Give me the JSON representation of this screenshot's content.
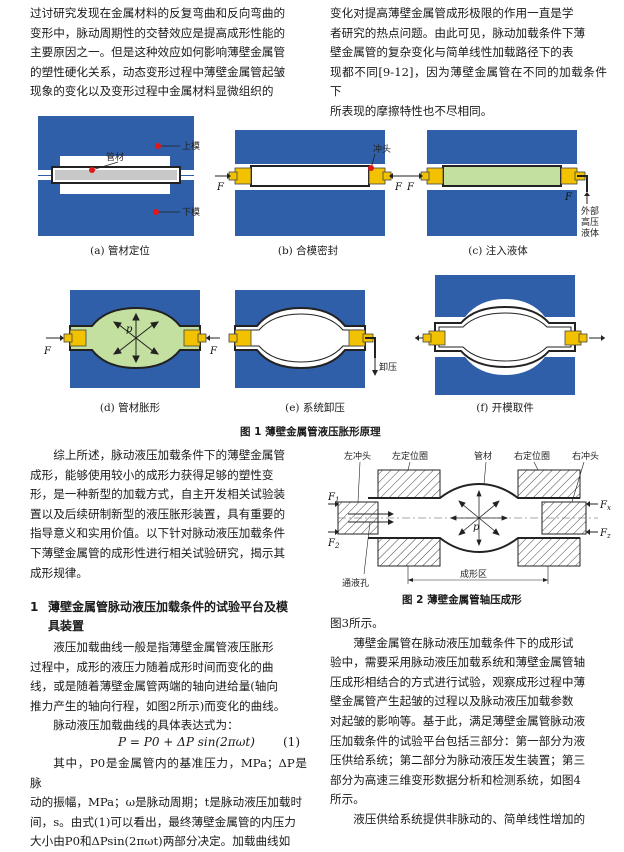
{
  "top_left": [
    "过讨研究发现在金属材料的反复弯曲和反向弯曲的",
    "变形中，脉动周期性的交替效应是提高成形性能的",
    "主要原因之一。但是这种效应如何影响薄壁金属管",
    "的塑性硬化关系，动态变形过程中薄壁金属管起皱",
    "现象的变化以及变形过程中金属材料显微组织的"
  ],
  "top_right": [
    "变化对提高薄壁金属管成形极限的作用一直是学",
    "者研究的热点问题。由此可见，脉动加载条件下薄",
    "壁金属管的复杂变化与简单线性加载路径下的表",
    "现都不同[9-12]，因为薄壁金属管在不同的加载条件下",
    "所表现的摩擦特性也不尽相同。"
  ],
  "figure1": {
    "caption": "图 1   薄壁金属管液压胀形原理",
    "panels": [
      {
        "caption": "(a) 管材定位",
        "labels": [
          "管材",
          "上模",
          "下模"
        ]
      },
      {
        "caption": "(b) 合模密封",
        "labels": [
          "冲头",
          "F",
          "F"
        ]
      },
      {
        "caption": "(c) 注入液体",
        "labels": [
          "F",
          "F",
          "外部",
          "高压",
          "液体"
        ]
      },
      {
        "caption": "(d) 管材胀形",
        "labels": [
          "F",
          "F",
          "p"
        ]
      },
      {
        "caption": "(e) 系统卸压",
        "labels": [
          "卸压"
        ]
      },
      {
        "caption": "(f) 开模取件",
        "labels": []
      }
    ]
  },
  "figure2": {
    "caption": "图 2   薄壁金属管轴压成形",
    "labels": {
      "left_punch": "左冲头",
      "left_locator": "左定位圈",
      "tube": "管材",
      "right_locator": "右定位圈",
      "right_punch": "右冲头",
      "f1": "F",
      "f1_sub": "1",
      "f2": "F",
      "f2_sub": "2",
      "fx": "F",
      "fx_sub": "x",
      "fz": "F",
      "fz_sub": "z",
      "p": "p",
      "feed_hole": "通液孔",
      "forming_zone": "成形区"
    }
  },
  "mid_left": [
    "综上所述，脉动液压加载条件下的薄壁金属管",
    "成形，能够使用较小的成形力获得足够的塑性变",
    "形，是一种新型的加载方式，自主开发相关试验装",
    "置以及后续研制新型的液压胀形装置，具有重要的",
    "指导意义和实用价值。以下针对脉动液压加载条件",
    "下薄壁金属管的成形性进行相关试验研究，揭示其",
    "成形规律。"
  ],
  "section": {
    "number": "1",
    "title_line1": "薄壁金属管脉动液压加载条件的试验平台及模",
    "title_line2": "具装置"
  },
  "section_body": [
    "液压加载曲线一般是指薄壁金属管液压胀形",
    "过程中，成形的液压力随着成形时间而变化的曲",
    "线，或是随着薄壁金属管两端的轴向进给量(轴向",
    "推力产生的轴向行程，如图2所示)而变化的曲线。",
    "脉动液压加载曲线的具体表达式为："
  ],
  "equation": {
    "text": "P = P0 + ΔP sin(2πωt)",
    "number": "(1)"
  },
  "after_eq": [
    "其中，P0是金属管内的基准压力，MPa；ΔP是脉",
    "动的振幅，MPa；ω是脉动周期；t是脉动液压加载时",
    "间，s。由式(1)可以看出，最终薄壁金属管的内压力",
    "大小由P0和ΔPsin(2πωt)两部分决定。加载曲线如"
  ],
  "right_bottom": [
    "图3所示。",
    "薄壁金属管在脉动液压加载条件下的成形试",
    "验中，需要采用脉动液压加载系统和薄壁金属管轴",
    "压成形相结合的方式进行试验，观察成形过程中薄",
    "壁金属管产生起皱的过程以及脉动液压加载参数",
    "对起皱的影响等。基于此，满足薄壁金属管脉动液",
    "压加载条件的试验平台包括三部分：第一部分为液",
    "压供给系统；第二部分为脉动液压发生装置；第三",
    "部分为高速三维变形数据分析和检测系统，如图4",
    "所示。",
    "液压供给系统提供非脉动的、简单线性增加的"
  ],
  "colors": {
    "die_blue": "#2f5fa8",
    "tube_gray": "#c8c8c8",
    "fluid_green": "#c4e0a0",
    "punch_yellow": "#f2c200",
    "red_marker": "#e01818"
  }
}
